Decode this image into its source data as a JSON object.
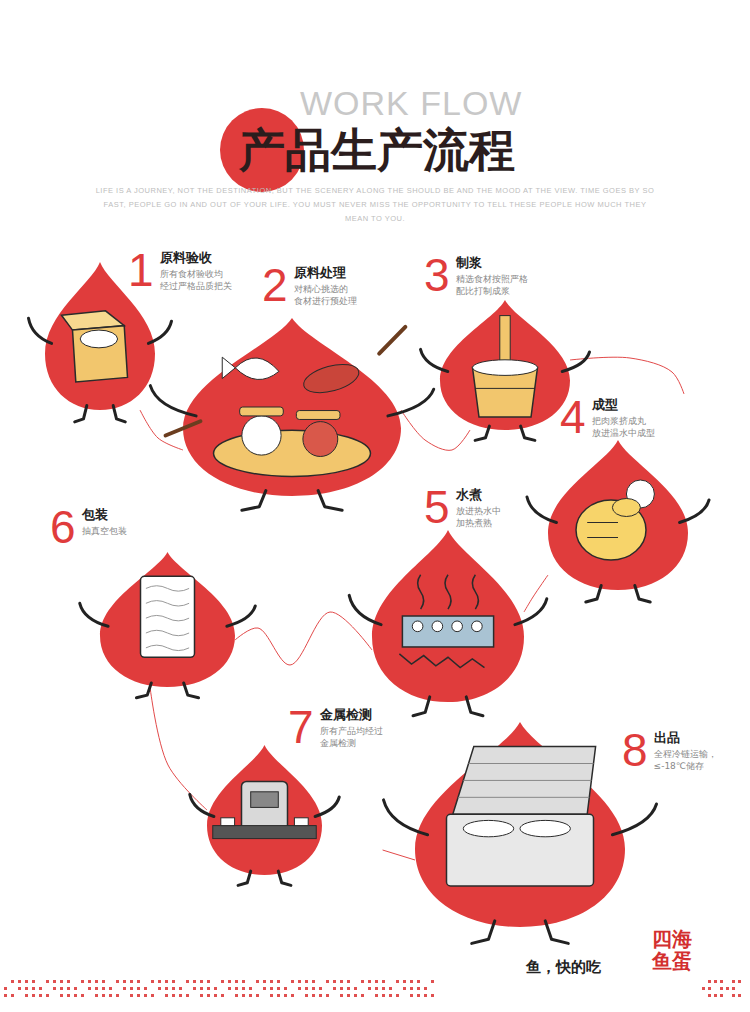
{
  "diagram": {
    "title": "产品生产流程",
    "nodes": [
      {
        "text": [
          "1",
          "原料验收",
          "所有食材验收均 经过严格品质把关"
        ]
      },
      {
        "text": [
          "2",
          "原料处理",
          "对精心挑选的 食材进行预处理"
        ]
      },
      {
        "text": [
          "3",
          "制浆",
          "精选食材按照严格 配比打制成浆"
        ]
      },
      {
        "text": [
          "4",
          "成型",
          "把肉浆挤成丸 放进温水中成型"
        ]
      },
      {
        "text": [
          "5",
          "水煮",
          "放进热水中 加热煮熟"
        ]
      },
      {
        "text": [
          "6",
          "包装",
          "抽真空包装"
        ]
      },
      {
        "text": [
          "7",
          "金属检测",
          "所有产品均经过 金属检测"
        ]
      },
      {
        "text": [
          "8",
          "出品",
          "全程冷链运输， ≤-18℃储存"
        ]
      }
    ],
    "edges": [
      {
        "from": 0,
        "to": 1,
        "arrow": "none"
      },
      {
        "from": 1,
        "to": 2,
        "arrow": "none"
      },
      {
        "from": 2,
        "to": 3,
        "arrow": "none"
      },
      {
        "from": 3,
        "to": 4,
        "arrow": "none"
      },
      {
        "from": 4,
        "to": 5,
        "arrow": "none"
      },
      {
        "from": 5,
        "to": 6,
        "arrow": "none"
      },
      {
        "from": 6,
        "to": 7,
        "arrow": "none"
      }
    ],
    "labels": [
      "WORK FLOW",
      "LIFE IS A JOURNEY, NOT THE DESTINATION, BUT THE SCENERY ALONG THE SHOULD BE AND THE MOOD AT THE VIEW. TIME GOES BY SO FAST, PEOPLE GO IN AND OUT OF YOUR LIFE. YOU MUST NEVER MISS THE OPPORTUNITY TO TELL THESE PEOPLE HOW MUCH THEY MEAN TO YOU.",
      "鱼，快的吃",
      "四海鱼蛋"
    ]
  }
}
